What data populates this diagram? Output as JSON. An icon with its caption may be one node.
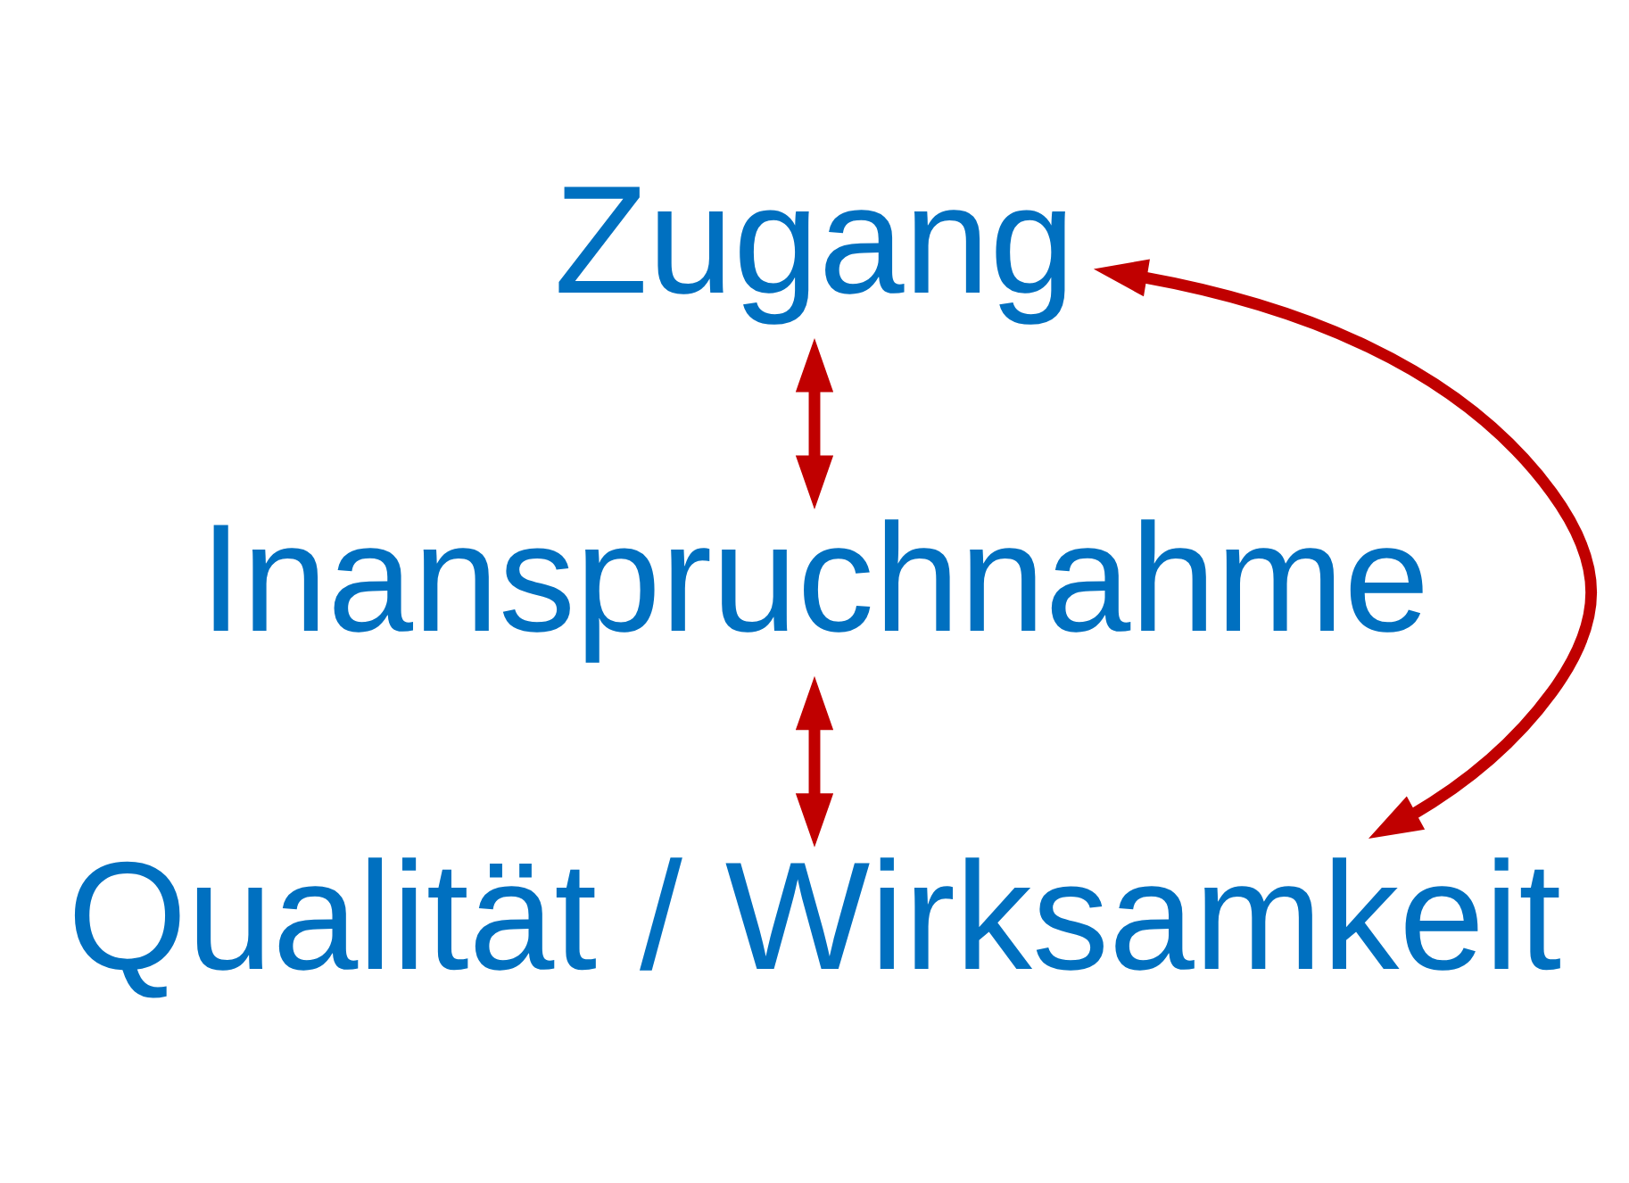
{
  "diagram": {
    "nodes": [
      {
        "text": [
          "Zugang"
        ]
      },
      {
        "text": [
          "Inanspruchnahme"
        ]
      },
      {
        "text": [
          "Qualität / Wirksamkeit"
        ]
      }
    ],
    "edges": [
      {
        "from": 0,
        "to": 1,
        "arrow": "both"
      },
      {
        "from": 1,
        "to": 2,
        "arrow": "both"
      },
      {
        "from": 0,
        "to": 2,
        "arrow": "both"
      }
    ]
  }
}
